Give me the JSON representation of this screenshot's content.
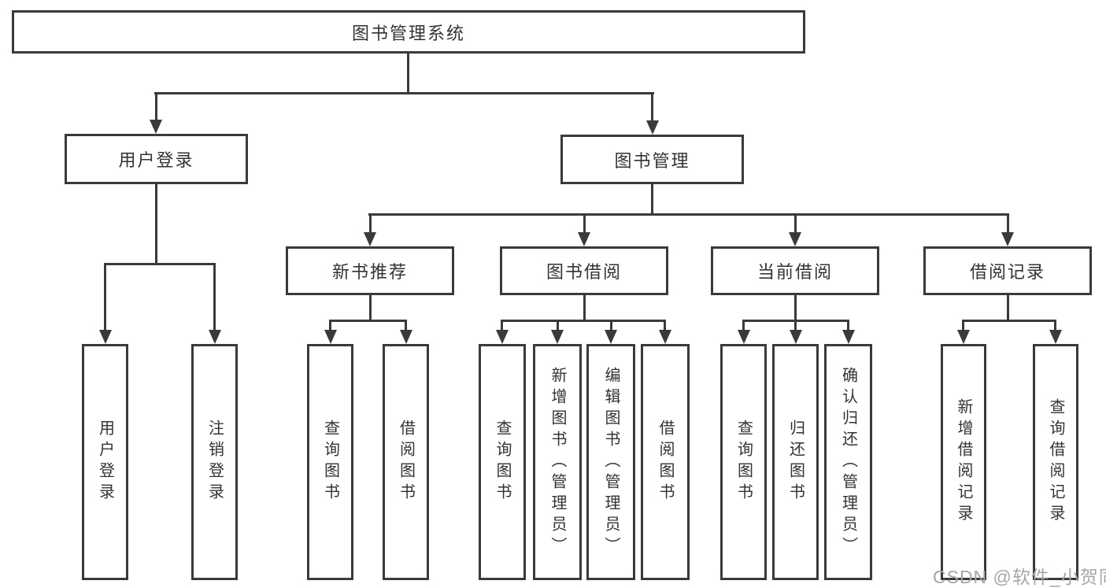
{
  "diagram": {
    "root": {
      "label": "图书管理系统"
    },
    "branches": [
      {
        "label": "用户登录",
        "children": [
          "用户登录",
          "注销登录"
        ]
      },
      {
        "label": "图书管理",
        "sections": [
          {
            "label": "新书推荐",
            "children": [
              "查询图书",
              "借阅图书"
            ]
          },
          {
            "label": "图书借阅",
            "children": [
              "查询图书",
              "新增图书（管理员）",
              "编辑图书（管理员）",
              "借阅图书"
            ]
          },
          {
            "label": "当前借阅",
            "children": [
              "查询图书",
              "归还图书",
              "确认归还（管理员）"
            ]
          },
          {
            "label": "借阅记录",
            "children": [
              "新增借阅记录",
              "查询借阅记录"
            ]
          }
        ]
      }
    ],
    "colors": {
      "line": "#3a3a3a",
      "text": "#333333",
      "watermark": "#a6a6a6",
      "background": "#ffffff"
    }
  },
  "watermark": {
    "text": "CSDN @软件_小贺同学"
  }
}
